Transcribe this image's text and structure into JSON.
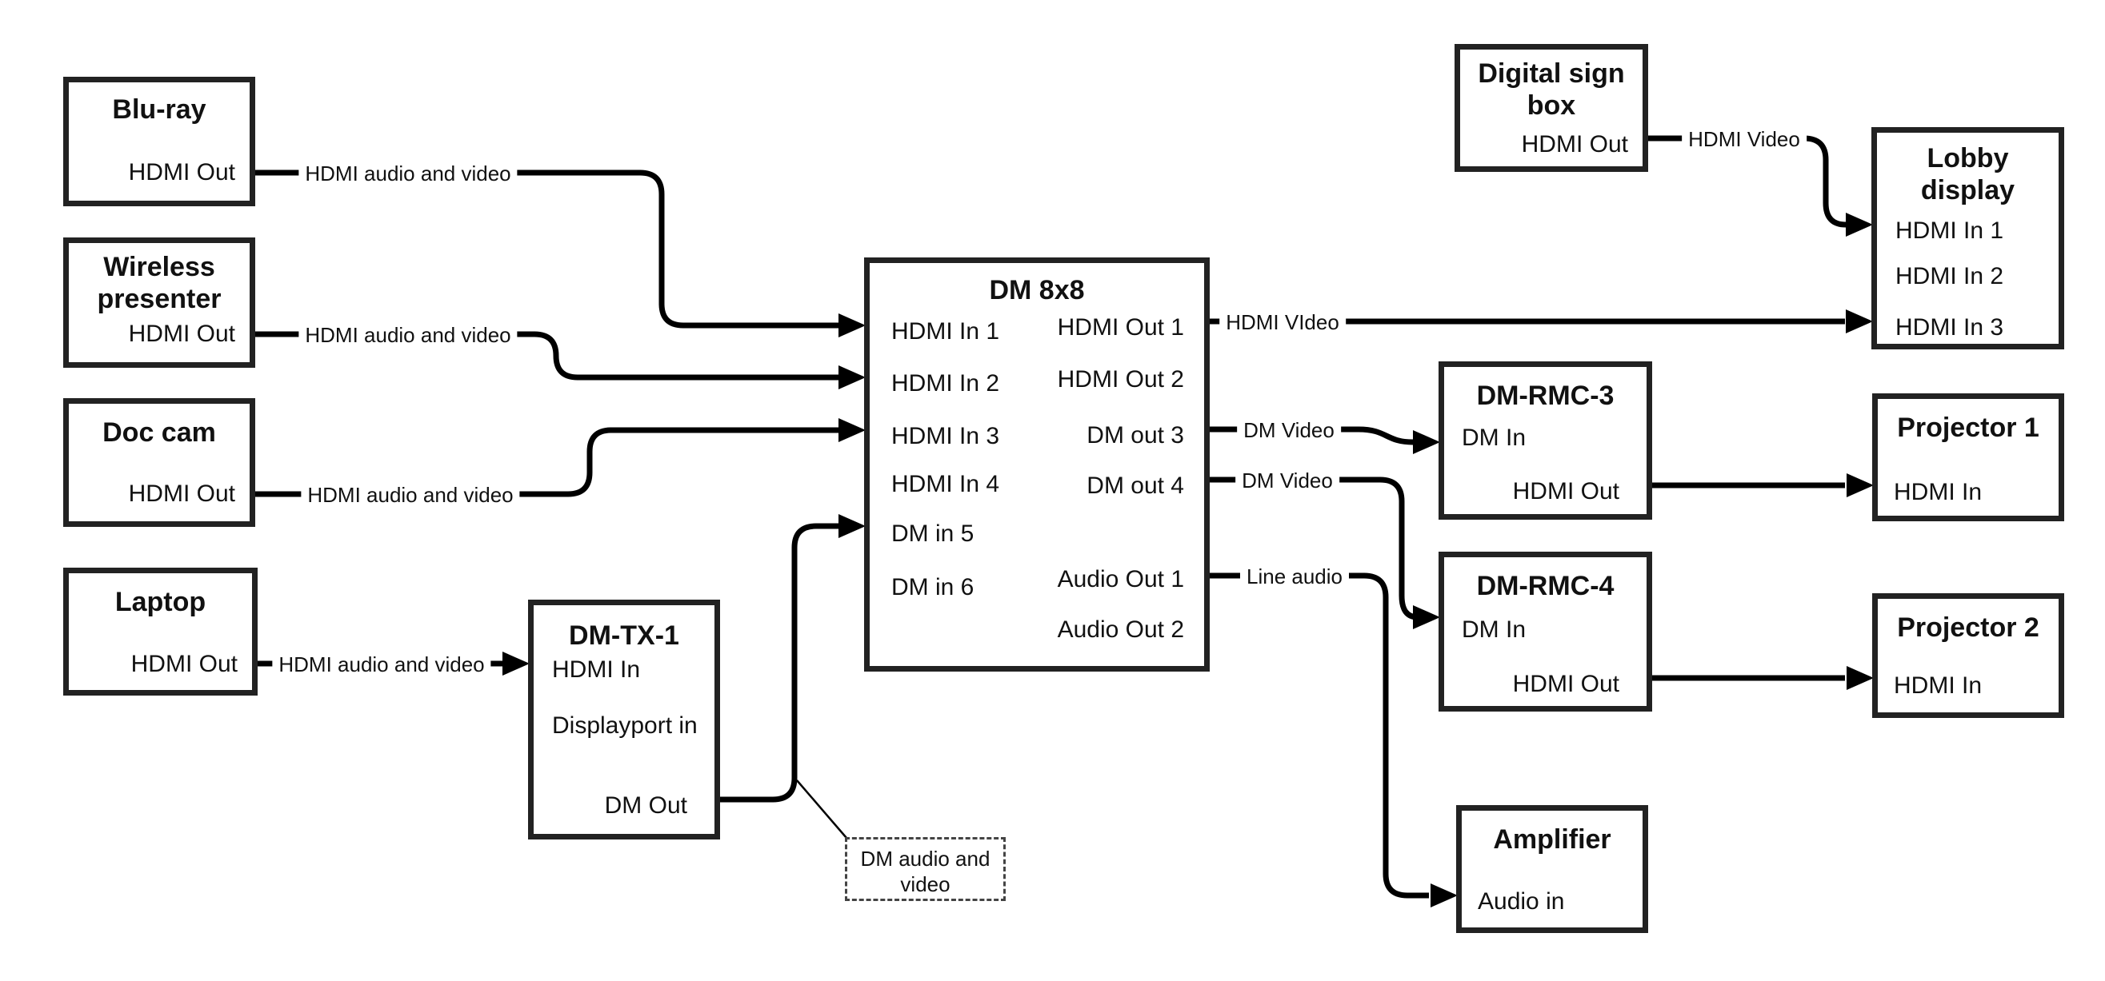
{
  "colors": {
    "background": "#ffffff",
    "line": "#000000",
    "box_border": "#222222",
    "text": "#111111"
  },
  "nodes": {
    "bluray": {
      "title": "Blu-ray",
      "port_hdmi_out": "HDMI Out"
    },
    "wireless": {
      "title": "Wireless presenter",
      "port_hdmi_out": "HDMI Out"
    },
    "doccam": {
      "title": "Doc cam",
      "port_hdmi_out": "HDMI Out"
    },
    "laptop": {
      "title": "Laptop",
      "port_hdmi_out": "HDMI Out"
    },
    "dmtx1": {
      "title": "DM-TX-1",
      "port_hdmi_in": "HDMI In",
      "port_dp_in": "Displayport in",
      "port_dm_out": "DM Out"
    },
    "dm8x8": {
      "title": "DM 8x8",
      "in1": "HDMI In 1",
      "in2": "HDMI In 2",
      "in3": "HDMI In 3",
      "in4": "HDMI In 4",
      "in5": "DM in 5",
      "in6": "DM in 6",
      "out1": "HDMI Out 1",
      "out2": "HDMI Out 2",
      "out3": "DM out 3",
      "out4": "DM out 4",
      "aout1": "Audio Out 1",
      "aout2": "Audio Out 2"
    },
    "digitalsign": {
      "title": "Digital sign box",
      "port_hdmi_out": "HDMI Out"
    },
    "lobby": {
      "title": "Lobby display",
      "in1": "HDMI In 1",
      "in2": "HDMI In 2",
      "in3": "HDMI In 3"
    },
    "dmrmc3": {
      "title": "DM-RMC-3",
      "port_dm_in": "DM In",
      "port_hdmi_out": "HDMI Out"
    },
    "dmrmc4": {
      "title": "DM-RMC-4",
      "port_dm_in": "DM In",
      "port_hdmi_out": "HDMI Out"
    },
    "proj1": {
      "title": "Projector 1",
      "port_hdmi_in": "HDMI In"
    },
    "proj2": {
      "title": "Projector 2",
      "port_hdmi_in": "HDMI In"
    },
    "amplifier": {
      "title": "Amplifier",
      "port_audio_in": "Audio in"
    }
  },
  "note": {
    "text": "DM audio and video"
  },
  "edge_labels": {
    "bluray": "HDMI audio and video",
    "wireless": "HDMI audio and video",
    "doccam": "HDMI audio and video",
    "laptop": "HDMI audio and video",
    "sign_video": "HDMI Video",
    "out1_video": "HDMI VIdeo",
    "out3_dm": "DM Video",
    "out4_dm": "DM Video",
    "line_audio": "Line audio"
  }
}
